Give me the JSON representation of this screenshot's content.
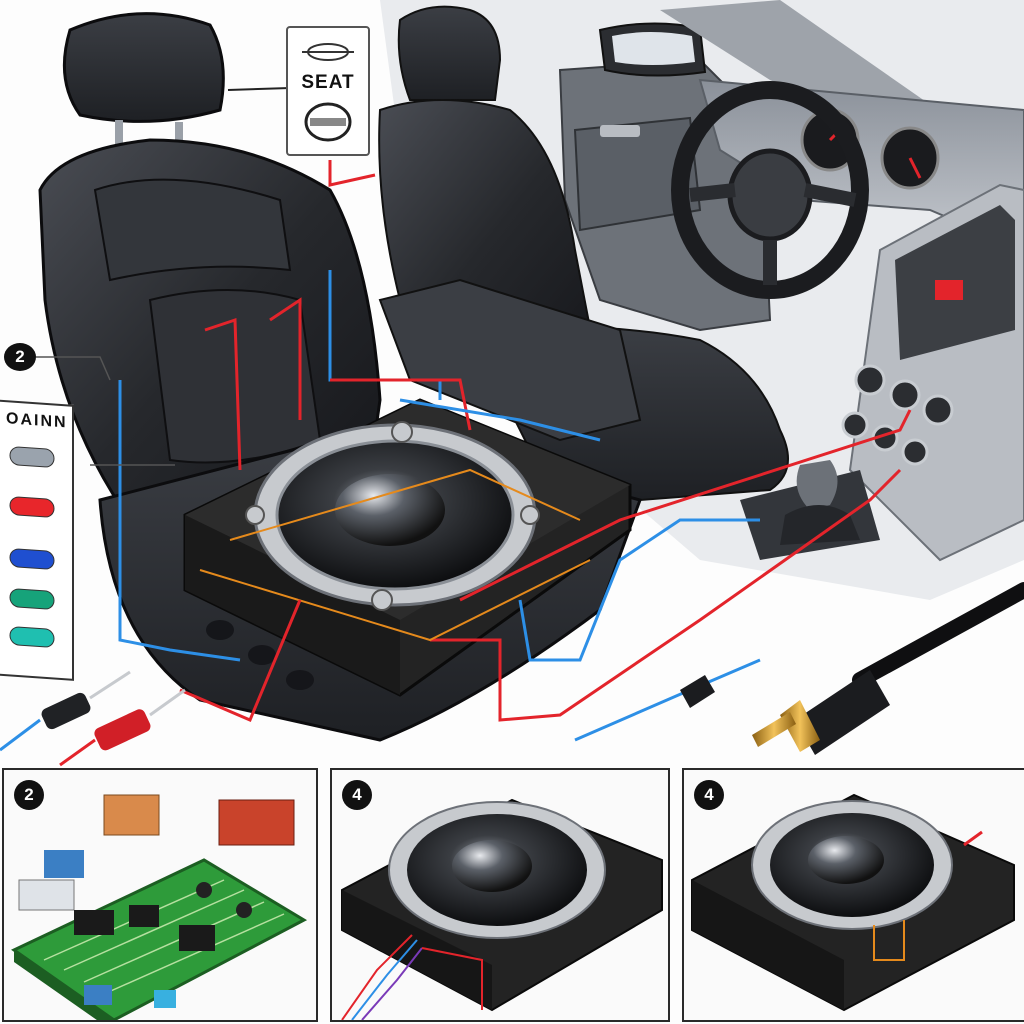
{
  "illustration": {
    "seat_label_text": "SEAT",
    "main_step_badge": "2",
    "legend_title": "OAINN",
    "legend_swatches": [
      "#9aa3ad",
      "#e8262b",
      "#1f4fd0",
      "#16a37a",
      "#1fbfb0"
    ]
  },
  "panels": [
    {
      "badge": "2",
      "subject": "circuit-board"
    },
    {
      "badge": "4",
      "subject": "speaker-box-wired"
    },
    {
      "badge": "4",
      "subject": "speaker-box"
    }
  ],
  "colors": {
    "wire_red": "#e3242b",
    "wire_blue": "#2d8fe6",
    "wire_orange": "#e58a1c",
    "seat_leather": "#2b2d31",
    "foam": "#222222",
    "pcb_green": "#2e9b3a",
    "rca_gold": "#d9a12b"
  }
}
